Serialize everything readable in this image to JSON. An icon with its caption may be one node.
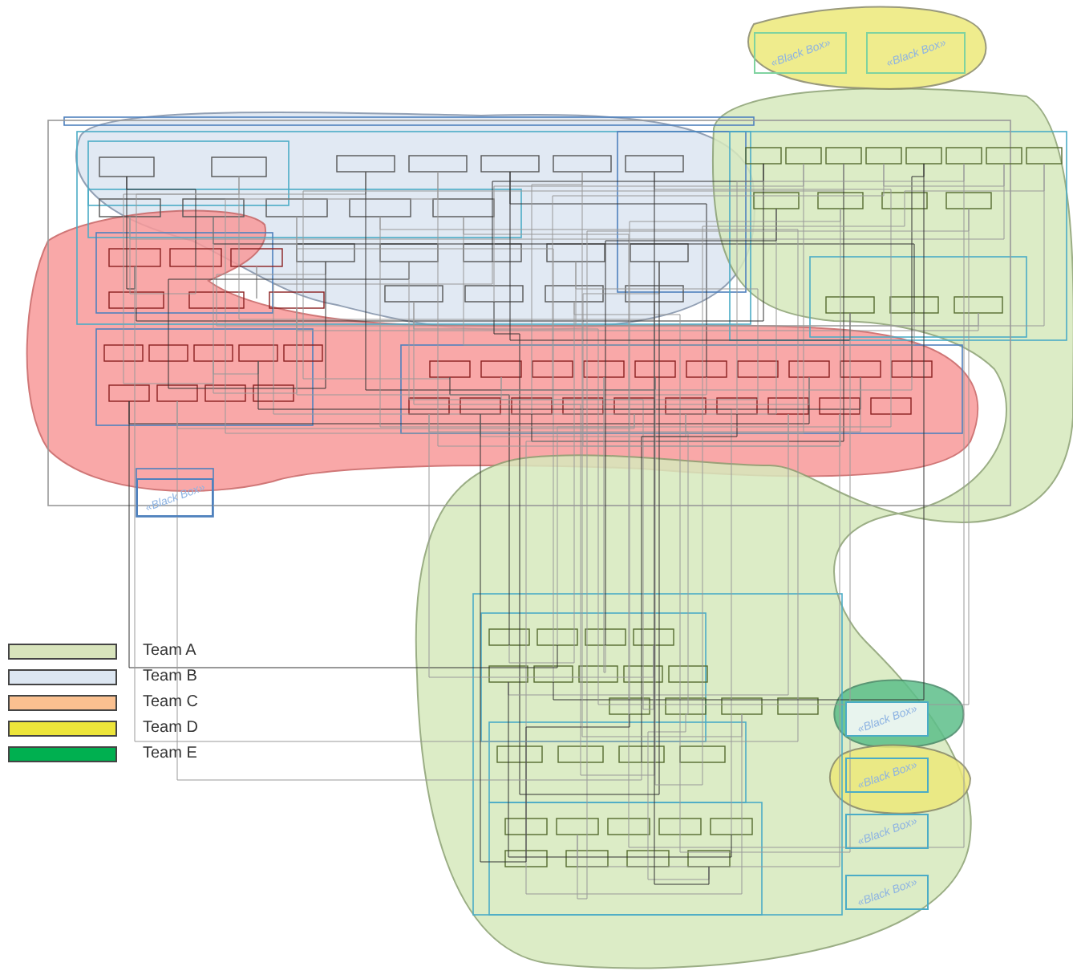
{
  "diagram": {
    "nodes": [
      {
        "text": [
          "«Black Box»"
        ]
      },
      {
        "text": [
          "«Black Box»"
        ]
      },
      {
        "text": [
          "«Black Box»"
        ]
      },
      {
        "text": [
          "«Black Box»"
        ]
      },
      {
        "text": [
          "«Black Box»"
        ]
      },
      {
        "text": [
          "«Black Box»"
        ]
      },
      {
        "text": [
          "«Black Box»"
        ]
      }
    ],
    "legend": [
      {
        "text": "Team A",
        "color": "#d8e4bc"
      },
      {
        "text": "Team B",
        "color": "#dce6f1"
      },
      {
        "text": "Team C",
        "color": "#fac090"
      },
      {
        "text": "Team D",
        "color": "#ede53a"
      },
      {
        "text": "Team E",
        "color": "#00b050"
      }
    ]
  }
}
